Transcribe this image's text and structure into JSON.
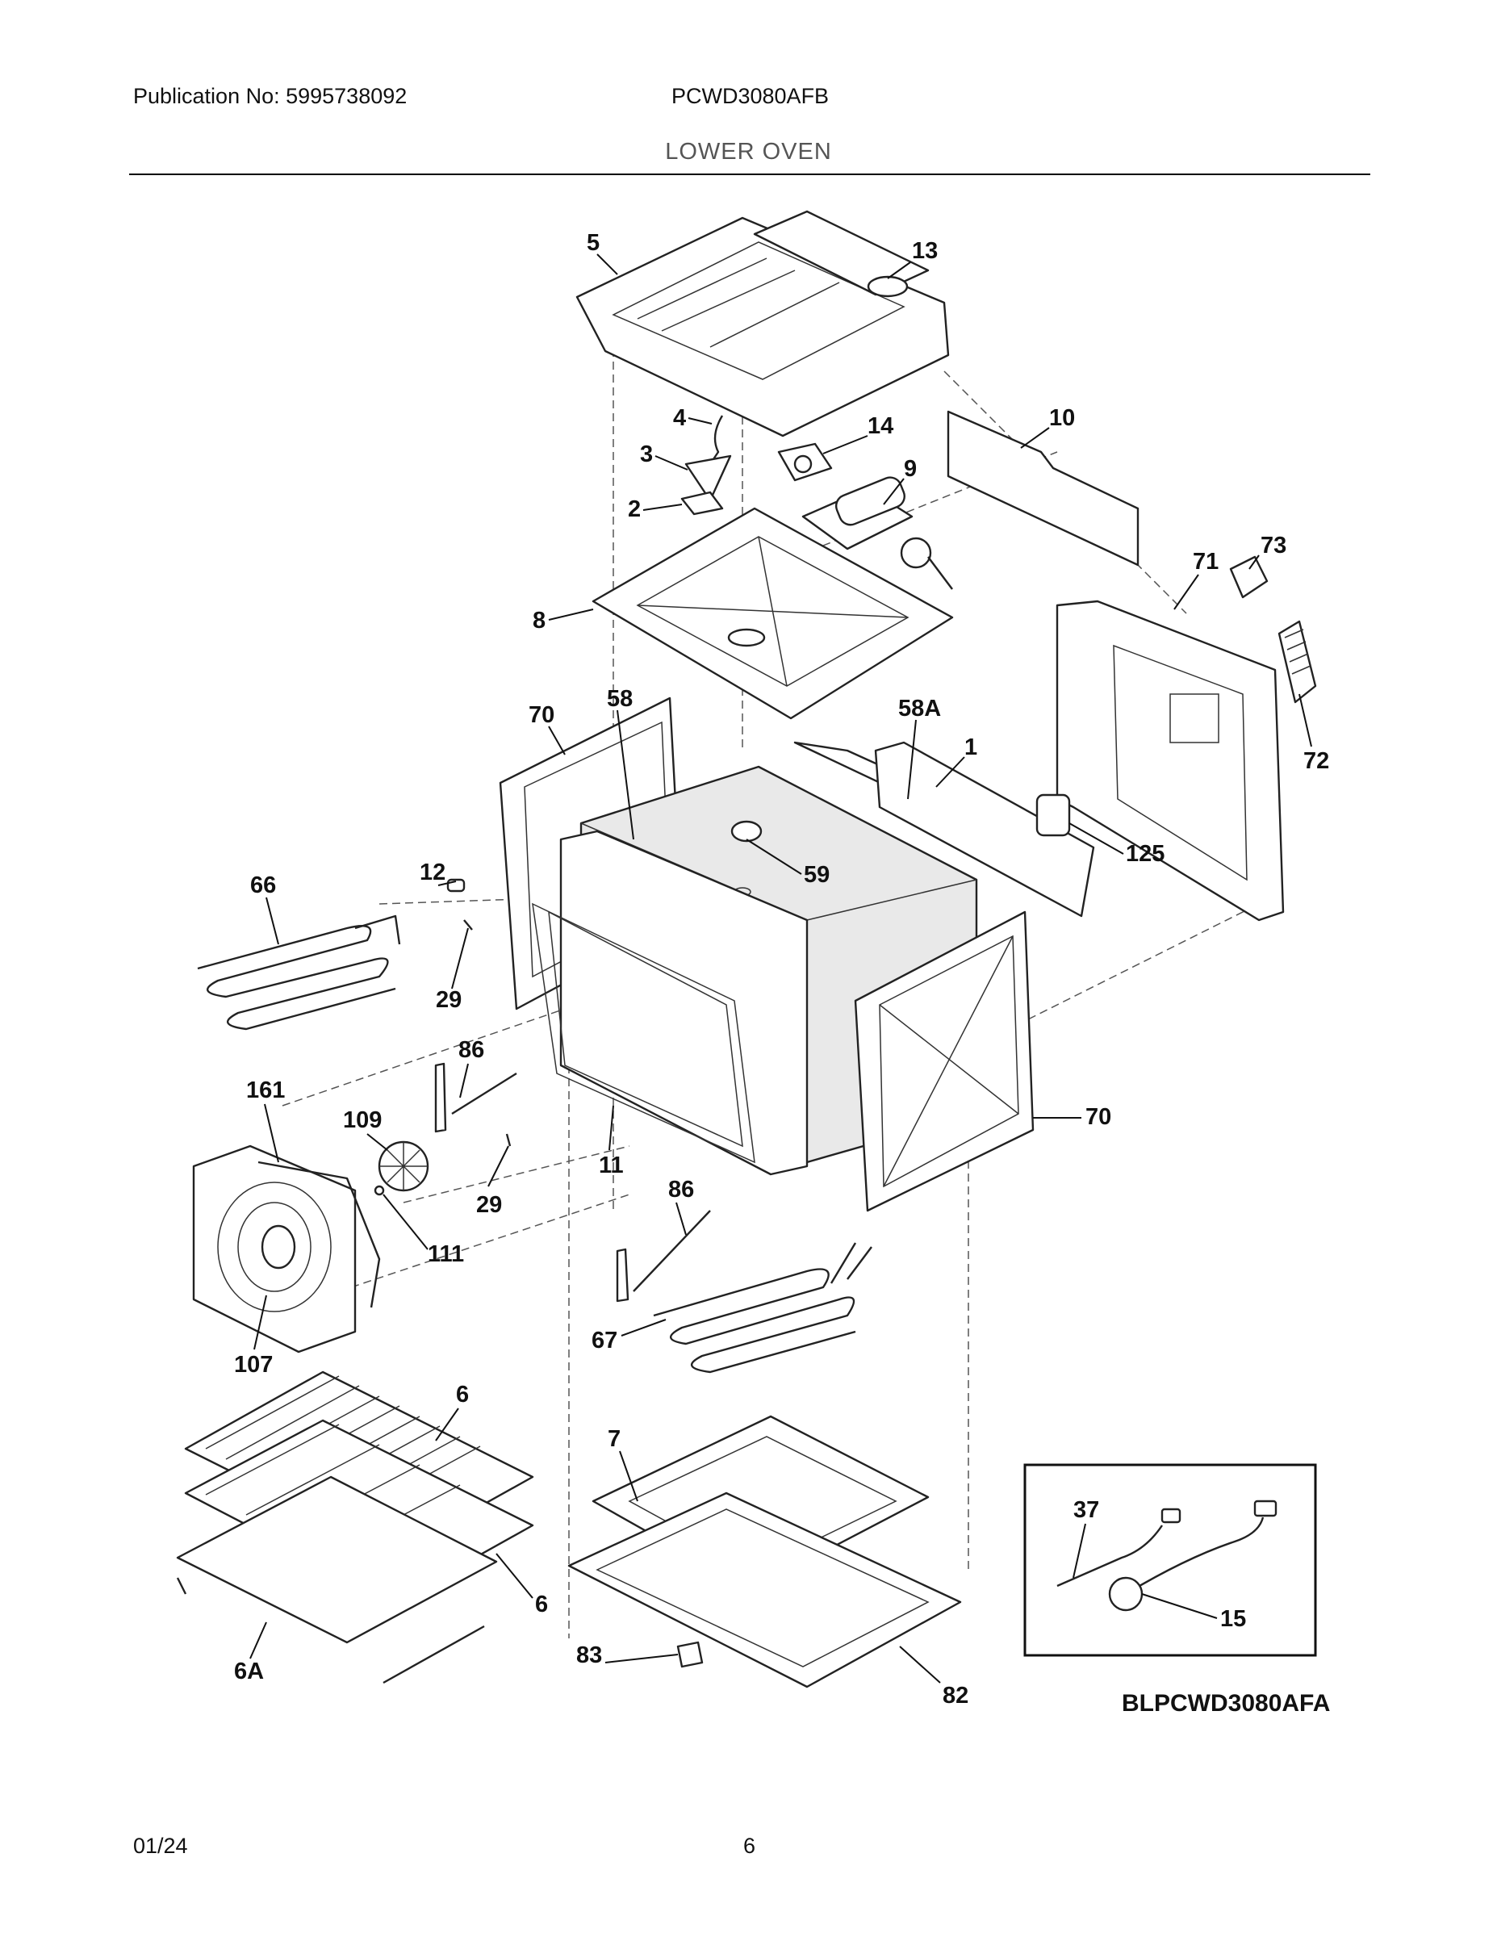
{
  "header": {
    "publication": "Publication No: 5995738092",
    "model": "PCWD3080AFB",
    "section_title": "LOWER OVEN"
  },
  "footer": {
    "date": "01/24",
    "page_number": "6"
  },
  "diagram": {
    "code": "BLPCWD3080AFA",
    "callouts": [
      "5",
      "13",
      "4",
      "14",
      "10",
      "3",
      "9",
      "2",
      "73",
      "71",
      "8",
      "72",
      "70",
      "58",
      "58A",
      "1",
      "125",
      "59",
      "66",
      "12",
      "29",
      "86",
      "70",
      "161",
      "109",
      "29",
      "11",
      "86",
      "111",
      "67",
      "107",
      "6",
      "7",
      "37",
      "15",
      "6",
      "6A",
      "83",
      "82"
    ]
  }
}
